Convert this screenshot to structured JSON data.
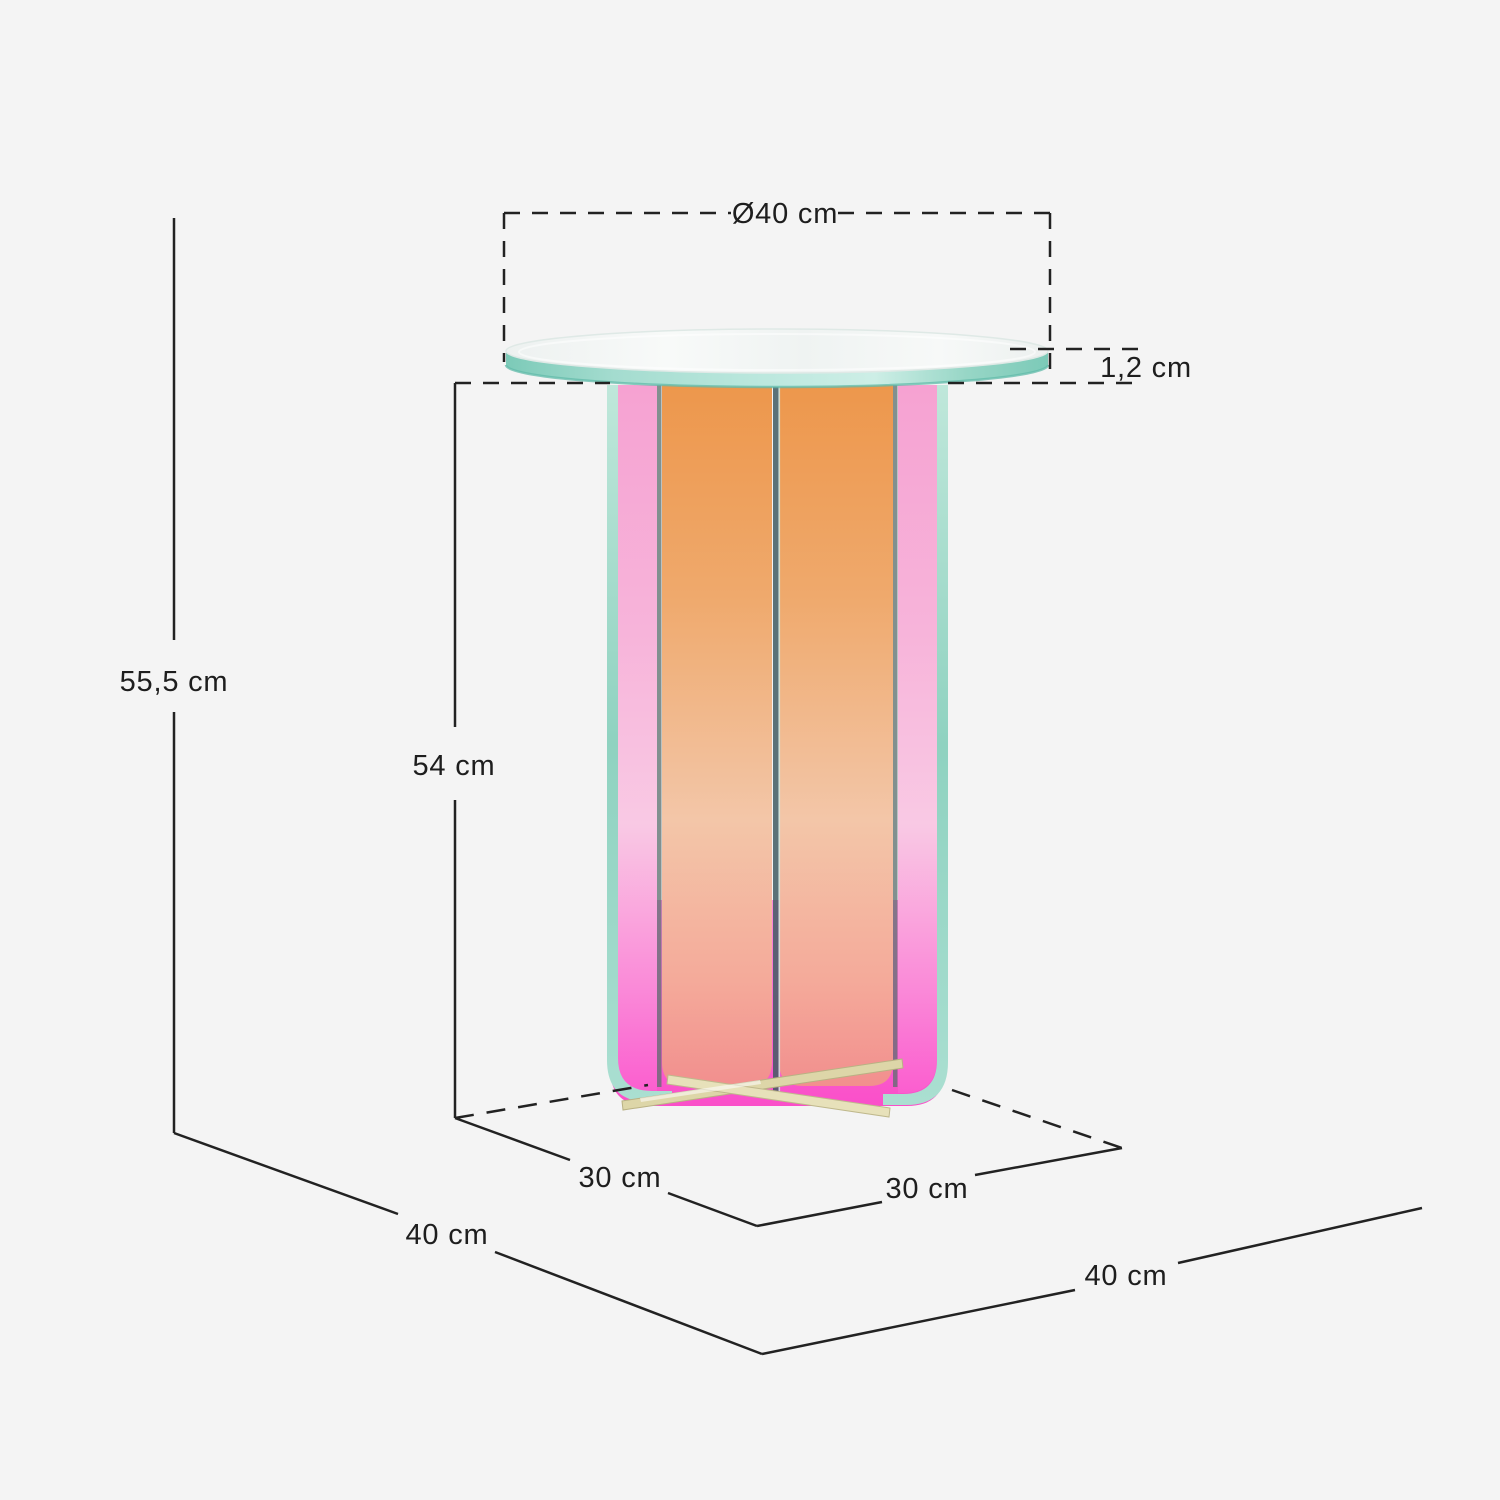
{
  "page": {
    "background": "#f4f4f4",
    "description": "Product dimension diagram of a round glass side table with iridescent acrylic cross legs"
  },
  "dimensions": {
    "diameter": "Ø40 cm",
    "top_thickness": "1,2 cm",
    "total_height": "55,5 cm",
    "leg_height": "54 cm",
    "base_depth_left": "30 cm",
    "base_depth_right": "30 cm",
    "floor_depth_left": "40 cm",
    "floor_depth_right": "40 cm"
  },
  "product": {
    "colors": {
      "dimension_line": "#222222",
      "top_surface": "#f1f4f3",
      "top_rim_teal": "#8fd2c0",
      "leg_glass_edge": "#95d4c2",
      "leg_pink": "#f7a9d6",
      "leg_magenta": "#fa5ecf",
      "leg_orange": "#ee9a4f",
      "leg_salmon": "#f2908f",
      "base_cross_gold": "#ddd6a8"
    }
  }
}
